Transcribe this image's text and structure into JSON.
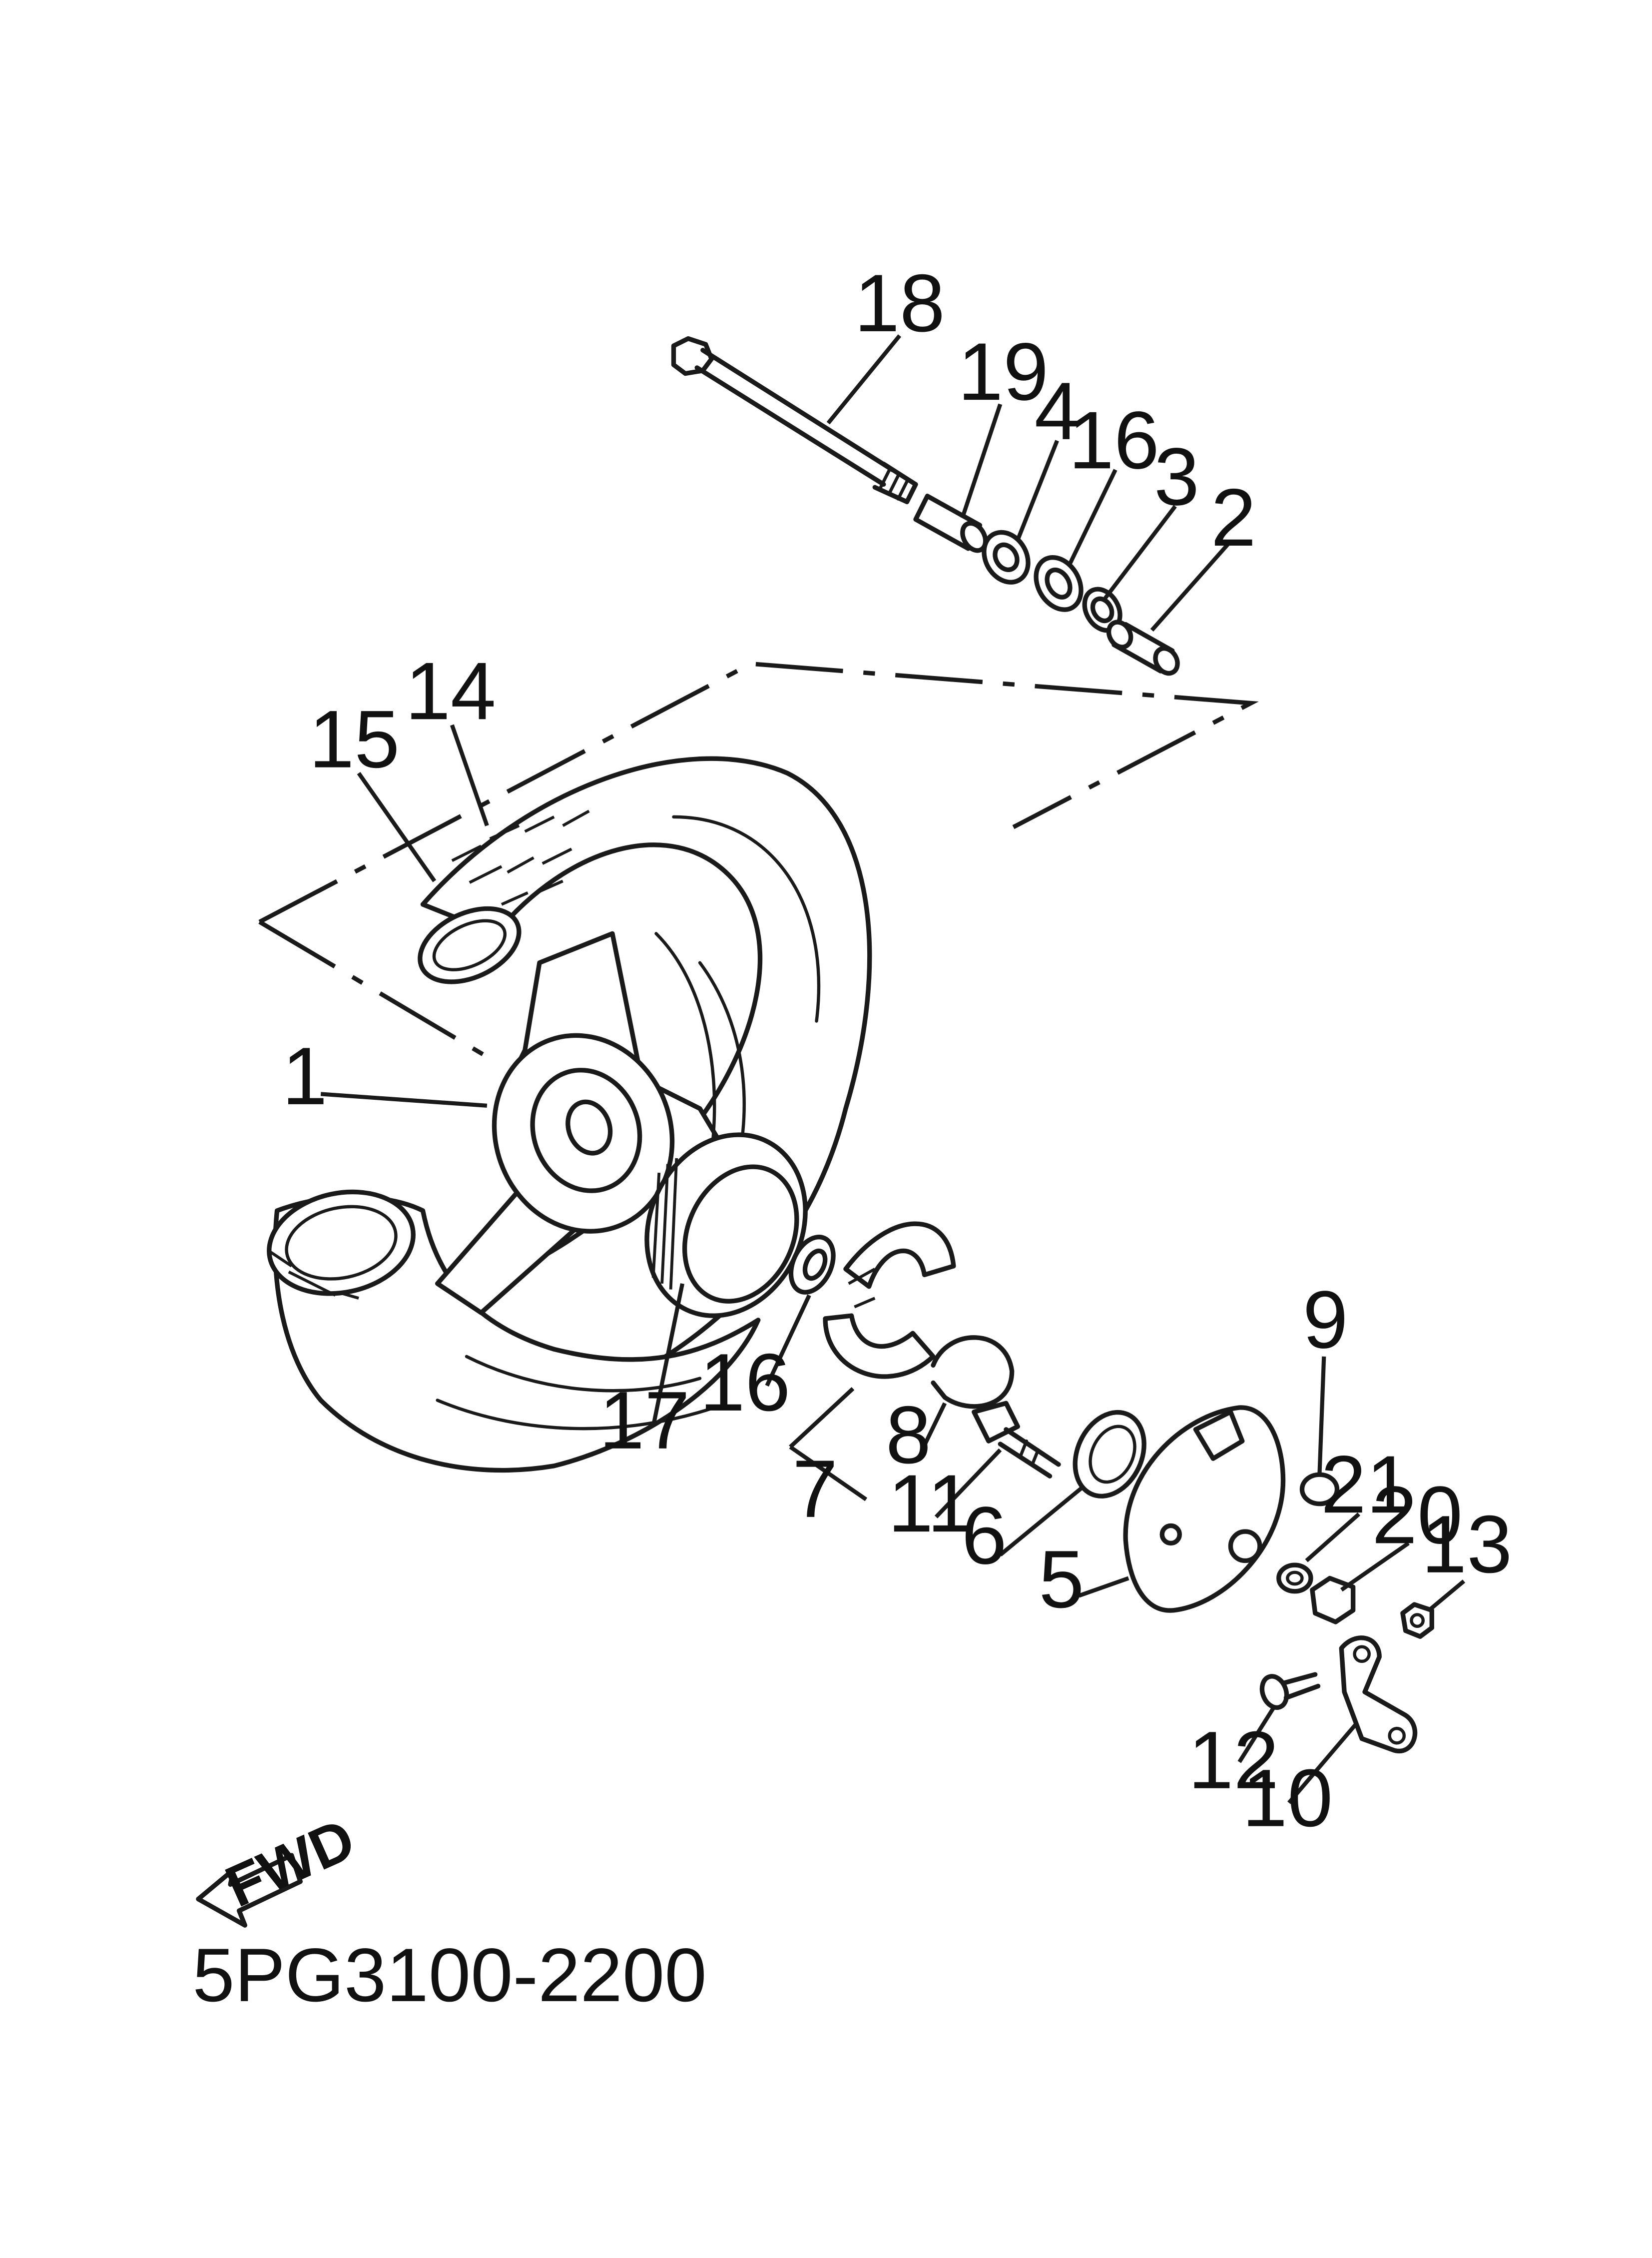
{
  "diagram": {
    "callouts": [
      "1",
      "2",
      "3",
      "4",
      "5",
      "6",
      "7",
      "8",
      "9",
      "10",
      "11",
      "12",
      "13",
      "14",
      "15",
      "16",
      "16",
      "17",
      "18",
      "19",
      "20",
      "21"
    ],
    "direction_label": "FWD",
    "part_code": "5PG3100-2200"
  }
}
